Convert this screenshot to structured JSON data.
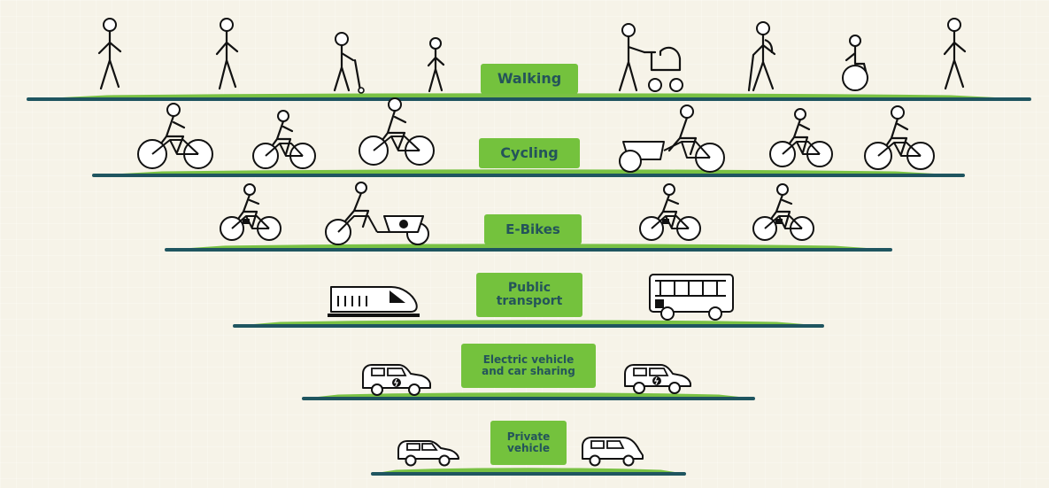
{
  "tiers": [
    {
      "label": [
        "Walking"
      ]
    },
    {
      "label": [
        "Cycling"
      ]
    },
    {
      "label": [
        "E-Bikes"
      ]
    },
    {
      "label": [
        "Public",
        "transport"
      ]
    },
    {
      "label": [
        "Electric vehicle",
        "and car sharing"
      ]
    },
    {
      "label": [
        "Private",
        "vehicle"
      ]
    }
  ],
  "colors": {
    "background": "#f6f3e8",
    "grass": "#79c143",
    "ground_line": "#1f5560",
    "label_background": "#74c23d",
    "label_text": "#24545a",
    "icon_stroke": "#111111"
  },
  "icons": [
    {
      "tier": 0,
      "type": "walker-icon"
    },
    {
      "tier": 0,
      "type": "walker-icon"
    },
    {
      "tier": 0,
      "type": "elderly-walker-icon"
    },
    {
      "tier": 0,
      "type": "child-walker-icon"
    },
    {
      "tier": 0,
      "type": "stroller-walker-icon"
    },
    {
      "tier": 0,
      "type": "hiker-icon"
    },
    {
      "tier": 0,
      "type": "wheelchair-user-icon"
    },
    {
      "tier": 0,
      "type": "walker-icon"
    },
    {
      "tier": 1,
      "type": "cyclist-icon"
    },
    {
      "tier": 1,
      "type": "cyclist-icon"
    },
    {
      "tier": 1,
      "type": "cyclist-icon"
    },
    {
      "tier": 1,
      "type": "cargo-bike-icon"
    },
    {
      "tier": 1,
      "type": "cyclist-icon"
    },
    {
      "tier": 1,
      "type": "cyclist-icon"
    },
    {
      "tier": 2,
      "type": "e-bike-icon"
    },
    {
      "tier": 2,
      "type": "e-cargo-bike-icon"
    },
    {
      "tier": 2,
      "type": "e-bike-icon"
    },
    {
      "tier": 2,
      "type": "e-bike-icon"
    },
    {
      "tier": 3,
      "type": "train-icon"
    },
    {
      "tier": 3,
      "type": "bus-icon"
    },
    {
      "tier": 4,
      "type": "electric-car-icon"
    },
    {
      "tier": 4,
      "type": "electric-car-icon"
    },
    {
      "tier": 5,
      "type": "car-icon"
    },
    {
      "tier": 5,
      "type": "car-icon"
    }
  ]
}
